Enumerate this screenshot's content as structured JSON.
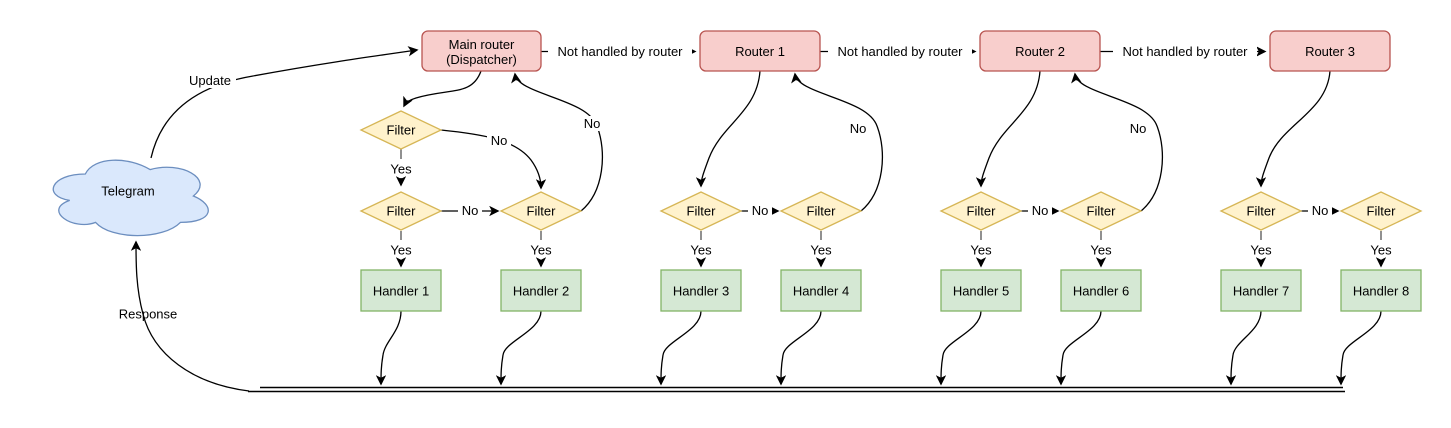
{
  "nodes": {
    "telegram": "Telegram",
    "main_router": [
      "Main router",
      "(Dispatcher)"
    ],
    "routers": [
      "Router 1",
      "Router 2",
      "Router 3"
    ],
    "filter": "Filter",
    "handlers": [
      "Handler 1",
      "Handler 2",
      "Handler 3",
      "Handler 4",
      "Handler 5",
      "Handler 6",
      "Handler 7",
      "Handler 8"
    ]
  },
  "edge_labels": {
    "update": "Update",
    "response": "Response",
    "not_handled": "Not handled by router",
    "yes": "Yes",
    "no": "No"
  },
  "colors": {
    "router_fill": "#f8cecc",
    "router_stroke": "#b85450",
    "filter_fill": "#fff2cc",
    "filter_stroke": "#d6b656",
    "handler_fill": "#d5e8d4",
    "handler_stroke": "#82b366",
    "cloud_fill": "#dae8fc",
    "cloud_stroke": "#6c8ebf",
    "edge": "#000000"
  }
}
